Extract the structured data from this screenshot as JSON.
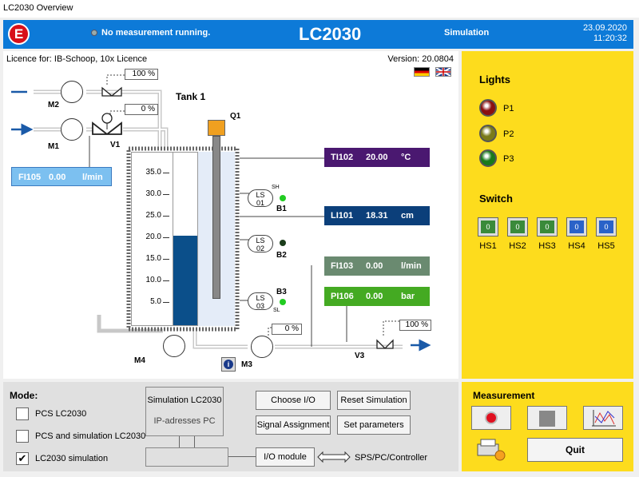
{
  "window_title": "LC2030 Overview",
  "header": {
    "logo": "E",
    "status": "No measurement running.",
    "title": "LC2030",
    "mode": "Simulation",
    "date": "23.09.2020",
    "time": "11:20:32"
  },
  "licence": "Licence for: IB-Schoop, 10x Licence",
  "version": "Version: 20.0804",
  "process": {
    "tank_label": "Tank 1",
    "motors": {
      "m1": "M1",
      "m2": "M2",
      "m3": "M3",
      "m4": "M4"
    },
    "valves": {
      "v1": "V1",
      "v3": "V3"
    },
    "q1": "Q1",
    "valve_m2_pct": "100 %",
    "valve_v1_pct": "0 %",
    "pump_m3_pct": "0 %",
    "valve_v3_pct": "100 %",
    "scale": [
      "35.0",
      "30.0",
      "25.0",
      "20.0",
      "15.0",
      "10.0",
      "5.0"
    ],
    "tank_level_fraction": 0.52,
    "level_switches": [
      {
        "name": "LS",
        "num": "01",
        "tag": "B1",
        "sub": "SH",
        "color": "#22cc22"
      },
      {
        "name": "LS",
        "num": "02",
        "tag": "B2",
        "sub": "",
        "color": "#1b3d1b"
      },
      {
        "name": "LS",
        "num": "03",
        "tag": "B3",
        "sub": "SL",
        "color": "#22cc22"
      }
    ],
    "indicators": {
      "fi105": {
        "tag": "FI105",
        "value": "0.00",
        "unit": "l/min"
      },
      "ti102": {
        "tag": "TI102",
        "value": "20.00",
        "unit": "°C"
      },
      "li101": {
        "tag": "LI101",
        "value": "18.31",
        "unit": "cm"
      },
      "fi103": {
        "tag": "FI103",
        "value": "0.00",
        "unit": "l/min"
      },
      "pi106": {
        "tag": "PI106",
        "value": "0.00",
        "unit": "bar"
      }
    }
  },
  "lights": {
    "title": "Lights",
    "items": [
      {
        "label": "P1",
        "color": "#8b1010"
      },
      {
        "label": "P2",
        "color": "#7a7a1a"
      },
      {
        "label": "P3",
        "color": "#1a7a1a"
      }
    ]
  },
  "switch": {
    "title": "Switch",
    "items": [
      {
        "label": "HS1",
        "value": "0",
        "color": "#3a8a3a"
      },
      {
        "label": "HS2",
        "value": "0",
        "color": "#3a8a3a"
      },
      {
        "label": "HS3",
        "value": "0",
        "color": "#3a8a3a"
      },
      {
        "label": "HS4",
        "value": "0",
        "color": "#2a62c8"
      },
      {
        "label": "HS5",
        "value": "0",
        "color": "#2a62c8"
      }
    ]
  },
  "mode": {
    "title": "Mode:",
    "options": [
      {
        "label": "PCS LC2030",
        "checked": ""
      },
      {
        "label": "PCS and simulation LC2030",
        "checked": ""
      },
      {
        "label": "LC2030 simulation",
        "checked": "✔"
      }
    ],
    "sim_box_title": "Simulation LC2030",
    "sim_box_sub": "IP-adresses PC",
    "buttons": {
      "choose_io": "Choose I/O",
      "reset_sim": "Reset Simulation",
      "signal_assign": "Signal Assignment",
      "set_params": "Set parameters",
      "io_module": "I/O module"
    },
    "controller": "SPS/PC/Controller"
  },
  "measurement": {
    "title": "Measurement",
    "quit": "Quit"
  }
}
